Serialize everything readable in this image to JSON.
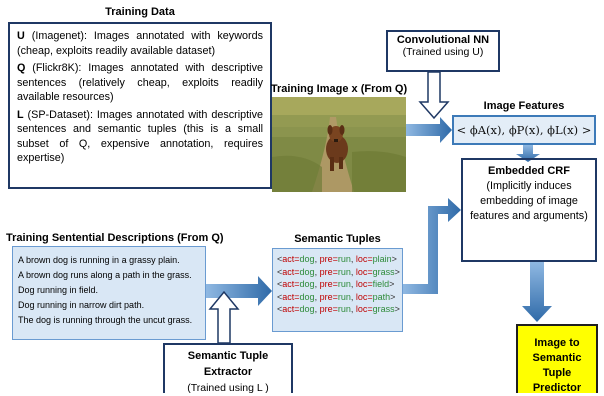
{
  "training_data": {
    "title": "Training Data",
    "items": [
      {
        "key": "U",
        "text": " (Imagenet): Images annotated with keywords (cheap, exploits readily available dataset)"
      },
      {
        "key": "Q",
        "text": " (Flickr8K): Images annotated with descriptive sentences (relatively cheap, exploits readily available resources)"
      },
      {
        "key": "L",
        "text": " (SP-Dataset): Images annotated with descriptive sentences and semantic tuples (this is a small subset of Q, expensive annotation, requires expertise)"
      }
    ]
  },
  "cnn": {
    "title": "Convolutional NN",
    "subtitle": "(Trained using U)"
  },
  "training_image": {
    "title": "Training Image x (From Q)"
  },
  "image_features": {
    "title": "Image Features",
    "formula": "< ϕA(x), ϕP(x), ϕL(x) >"
  },
  "crf": {
    "title": "Embedded CRF",
    "description": "(Implicitly induces embedding of image features and arguments)"
  },
  "sentences": {
    "title": "Training Sentential Descriptions (From Q)",
    "lines": [
      "A brown dog is running in a grassy plain.",
      "A brown dog runs along a path in the grass.",
      "Dog running in field.",
      "Dog running in narrow dirt path.",
      "The dog is running through the uncut grass."
    ]
  },
  "tuples": {
    "title": "Semantic Tuples",
    "rows": [
      {
        "act": "dog",
        "pre": "run",
        "loc": "plain"
      },
      {
        "act": "dog",
        "pre": "run",
        "loc": "grass"
      },
      {
        "act": "dog",
        "pre": "run",
        "loc": "field"
      },
      {
        "act": "dog",
        "pre": "run",
        "loc": "path"
      },
      {
        "act": "dog",
        "pre": "run",
        "loc": "grass"
      }
    ]
  },
  "extractor": {
    "title": "Semantic Tuple Extractor",
    "subtitle": "(Trained using L )"
  },
  "predictor": {
    "title": "Image to Semantic Tuple Predictor"
  },
  "colors": {
    "arrow": "#4a86c5",
    "arrow_dark": "#2f6aa8",
    "box_border": "#1f3864",
    "predictor_fill": "#ffff00",
    "tuple_key": "#c00000",
    "tuple_value": "#2e8b3a"
  }
}
